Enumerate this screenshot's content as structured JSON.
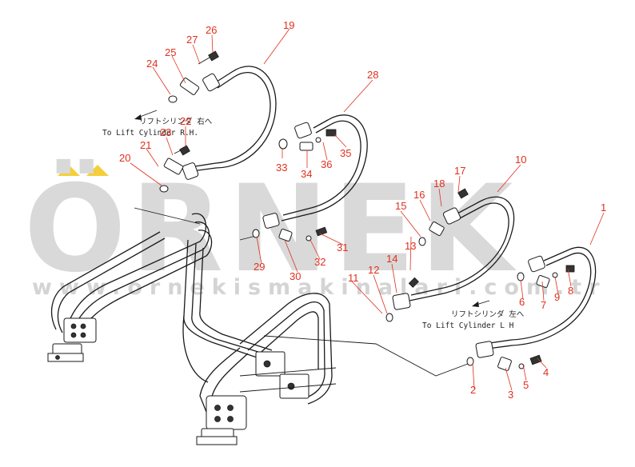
{
  "watermark": {
    "logo": "ÖRNEK",
    "url": "www.ornekismakinalari.com.tr",
    "accent_color": "#f4cf3a",
    "text_color": "#d9d9d9"
  },
  "notes": {
    "rh_jp": "リフトシリンダ 右へ",
    "rh_en": "To Lift Cylinder R.H.",
    "lh_jp": "リフトシリンダ 左へ",
    "lh_en": "To Lift Cylinder L H"
  },
  "callout_color": "#e0301e",
  "callouts": [
    "1",
    "2",
    "3",
    "4",
    "5",
    "6",
    "7",
    "8",
    "9",
    "10",
    "11",
    "12",
    "13",
    "14",
    "15",
    "16",
    "17",
    "18",
    "19",
    "20",
    "21",
    "22",
    "23",
    "24",
    "25",
    "26",
    "27",
    "28",
    "29",
    "30",
    "31",
    "32",
    "33",
    "34",
    "35",
    "36"
  ]
}
